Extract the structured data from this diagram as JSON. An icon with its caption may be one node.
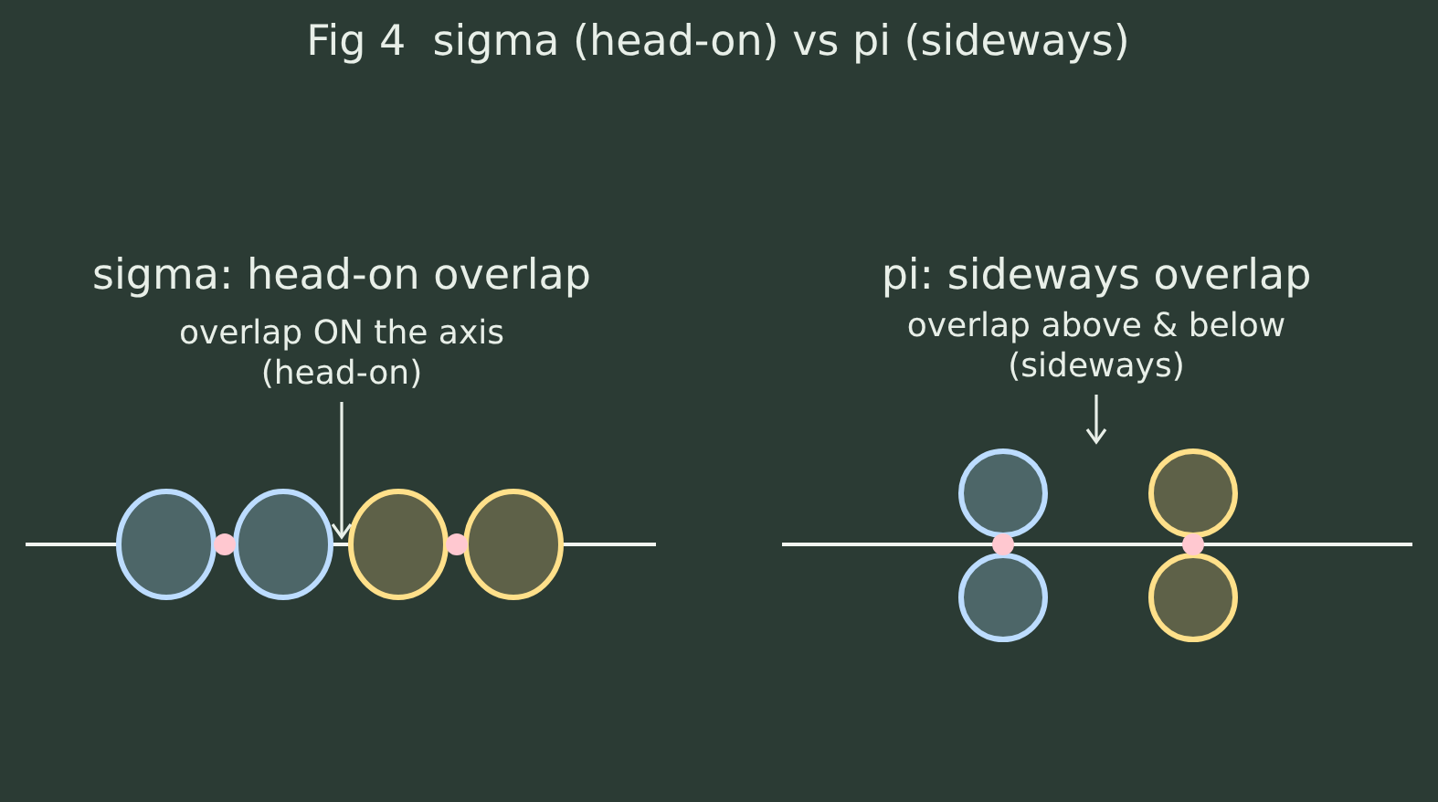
{
  "diagram": {
    "title": "Fig 4  sigma (head-on) vs pi (sideways)",
    "nodes": [
      {
        "text": [
          "overlap ON the axis (head-on)"
        ]
      },
      {
        "text": [
          "overlap above & below (sideways)"
        ]
      },
      {
        "text": [],
        "shape": "picture"
      },
      {
        "text": [],
        "shape": "picture"
      }
    ],
    "edges": [
      {
        "from": 0,
        "to": 2,
        "arrow": "to"
      },
      {
        "from": 1,
        "to": 3,
        "arrow": "to"
      }
    ],
    "labels": [
      "sigma: head-on overlap",
      "pi: sideways overlap"
    ]
  }
}
